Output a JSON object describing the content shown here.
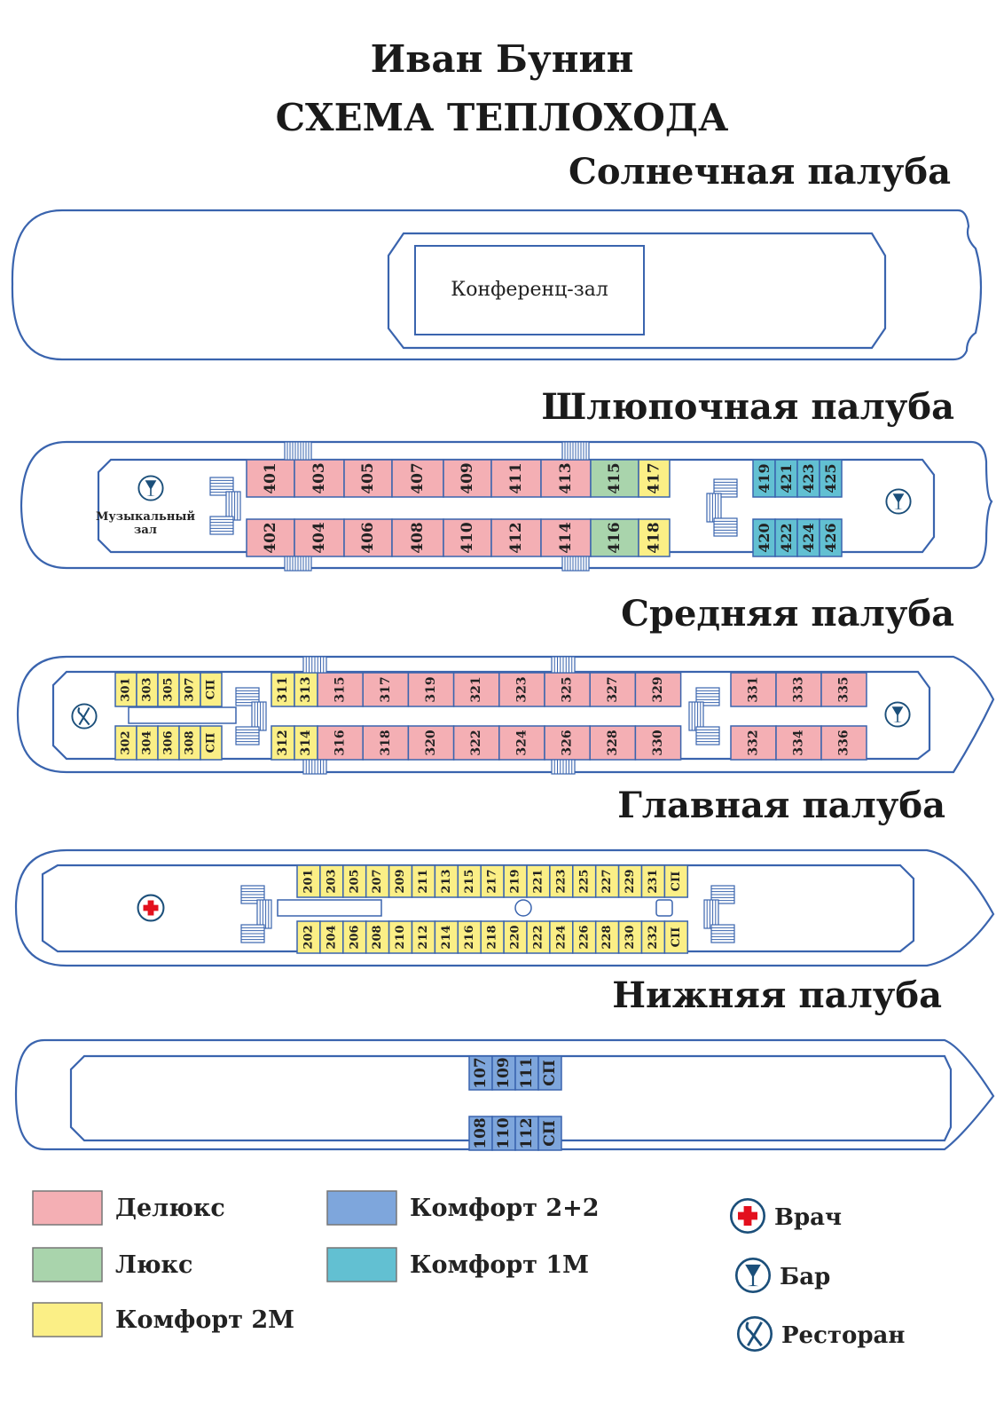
{
  "header": {
    "ship_name": "Иван Бунин",
    "title": "СХЕМА ТЕПЛОХОДА"
  },
  "decks": {
    "sun": {
      "title": "Солнечная палуба",
      "conference": "Конференц-зал"
    },
    "boat": {
      "title": "Шлюпочная палуба",
      "music_hall": [
        "Музыкальный",
        "зал"
      ],
      "top": [
        {
          "n": "401",
          "c": "deluxe"
        },
        {
          "n": "403",
          "c": "deluxe"
        },
        {
          "n": "405",
          "c": "deluxe"
        },
        {
          "n": "407",
          "c": "deluxe"
        },
        {
          "n": "409",
          "c": "deluxe"
        },
        {
          "n": "411",
          "c": "deluxe"
        },
        {
          "n": "413",
          "c": "deluxe"
        },
        {
          "n": "415",
          "c": "lux"
        },
        {
          "n": "417",
          "c": "comfort2m"
        }
      ],
      "bottom": [
        {
          "n": "402",
          "c": "deluxe"
        },
        {
          "n": "404",
          "c": "deluxe"
        },
        {
          "n": "406",
          "c": "deluxe"
        },
        {
          "n": "408",
          "c": "deluxe"
        },
        {
          "n": "410",
          "c": "deluxe"
        },
        {
          "n": "412",
          "c": "deluxe"
        },
        {
          "n": "414",
          "c": "deluxe"
        },
        {
          "n": "416",
          "c": "lux"
        },
        {
          "n": "418",
          "c": "comfort2m"
        }
      ],
      "fore_top": [
        "419",
        "421",
        "423",
        "425"
      ],
      "fore_bottom": [
        "420",
        "422",
        "424",
        "426"
      ]
    },
    "middle": {
      "title": "Средняя палуба",
      "aft_top": [
        "301",
        "303",
        "305",
        "307",
        "СП"
      ],
      "aft_bottom": [
        "302",
        "304",
        "306",
        "308",
        "СП"
      ],
      "mid_small_top": [
        "311",
        "313"
      ],
      "mid_small_bottom": [
        "312",
        "314"
      ],
      "deluxe_top": [
        "315",
        "317",
        "319",
        "321",
        "323",
        "325",
        "327",
        "329"
      ],
      "deluxe_bottom": [
        "316",
        "318",
        "320",
        "322",
        "324",
        "326",
        "328",
        "330"
      ],
      "fore_top": [
        "331",
        "333",
        "335"
      ],
      "fore_bottom": [
        "332",
        "334",
        "336"
      ]
    },
    "main": {
      "title": "Главная палуба",
      "top": [
        "201",
        "203",
        "205",
        "207",
        "209",
        "211",
        "213",
        "215",
        "217",
        "219",
        "221",
        "223",
        "225",
        "227",
        "229",
        "231",
        "СП"
      ],
      "bottom": [
        "202",
        "204",
        "206",
        "208",
        "210",
        "212",
        "214",
        "216",
        "218",
        "220",
        "222",
        "224",
        "226",
        "228",
        "230",
        "232",
        "СП"
      ]
    },
    "lower": {
      "title": "Нижняя палуба",
      "top": [
        "107",
        "109",
        "111",
        "СП"
      ],
      "bottom": [
        "108",
        "110",
        "112",
        "СП"
      ]
    }
  },
  "legend": {
    "categories": [
      {
        "key": "deluxe",
        "label": "Делюкс",
        "color": "#f4afb4"
      },
      {
        "key": "lux",
        "label": "Люкс",
        "color": "#a9d4ac"
      },
      {
        "key": "comfort2m",
        "label": "Комфорт 2М",
        "color": "#fbef86"
      },
      {
        "key": "comfort22",
        "label": "Комфорт 2+2",
        "color": "#7ea6dc"
      },
      {
        "key": "comfort1m",
        "label": "Комфорт 1М",
        "color": "#62c0d2"
      }
    ],
    "icons": [
      {
        "key": "doctor",
        "label": "Врач"
      },
      {
        "key": "bar",
        "label": "Бар"
      },
      {
        "key": "restaurant",
        "label": "Ресторан"
      }
    ]
  },
  "colors": {
    "outline": "#3a64ae",
    "icon": "#1b4f7a",
    "cross": "#e3101d"
  }
}
